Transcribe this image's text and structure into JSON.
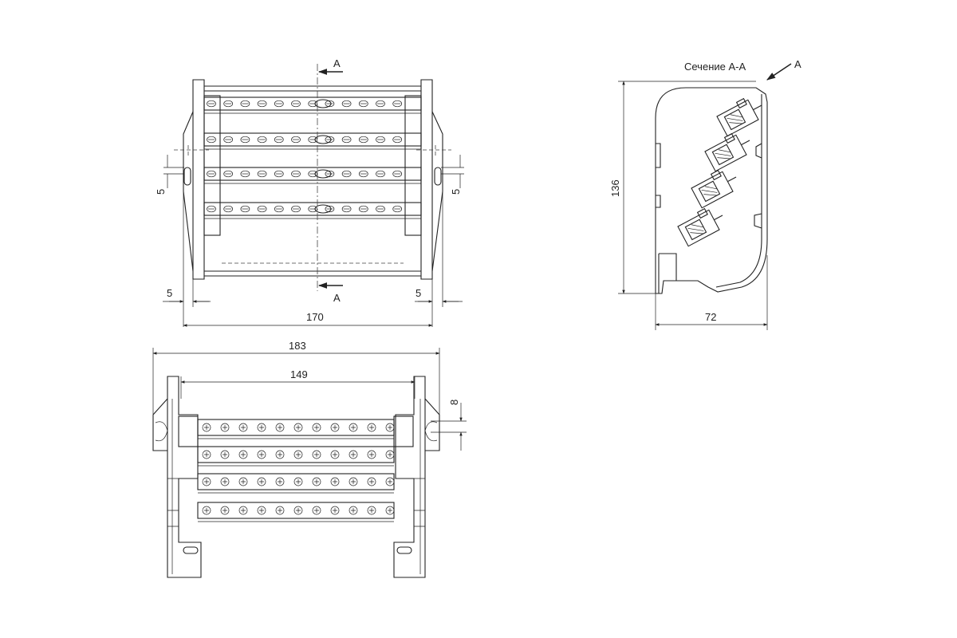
{
  "section": {
    "title": "Сечение А-А",
    "arrow_letter": "А"
  },
  "top_view": {
    "cut_letter_top": "А",
    "cut_letter_bottom": "А",
    "dim_width": "170",
    "dim_hole_left": "5",
    "dim_hole_right": "5",
    "dim_edge_left": "5",
    "dim_edge_right": "5"
  },
  "front_view": {
    "dim_overall": "183",
    "dim_rail": "149",
    "dim_pitch": "8"
  },
  "side_view": {
    "dim_height": "136",
    "dim_depth": "72"
  }
}
